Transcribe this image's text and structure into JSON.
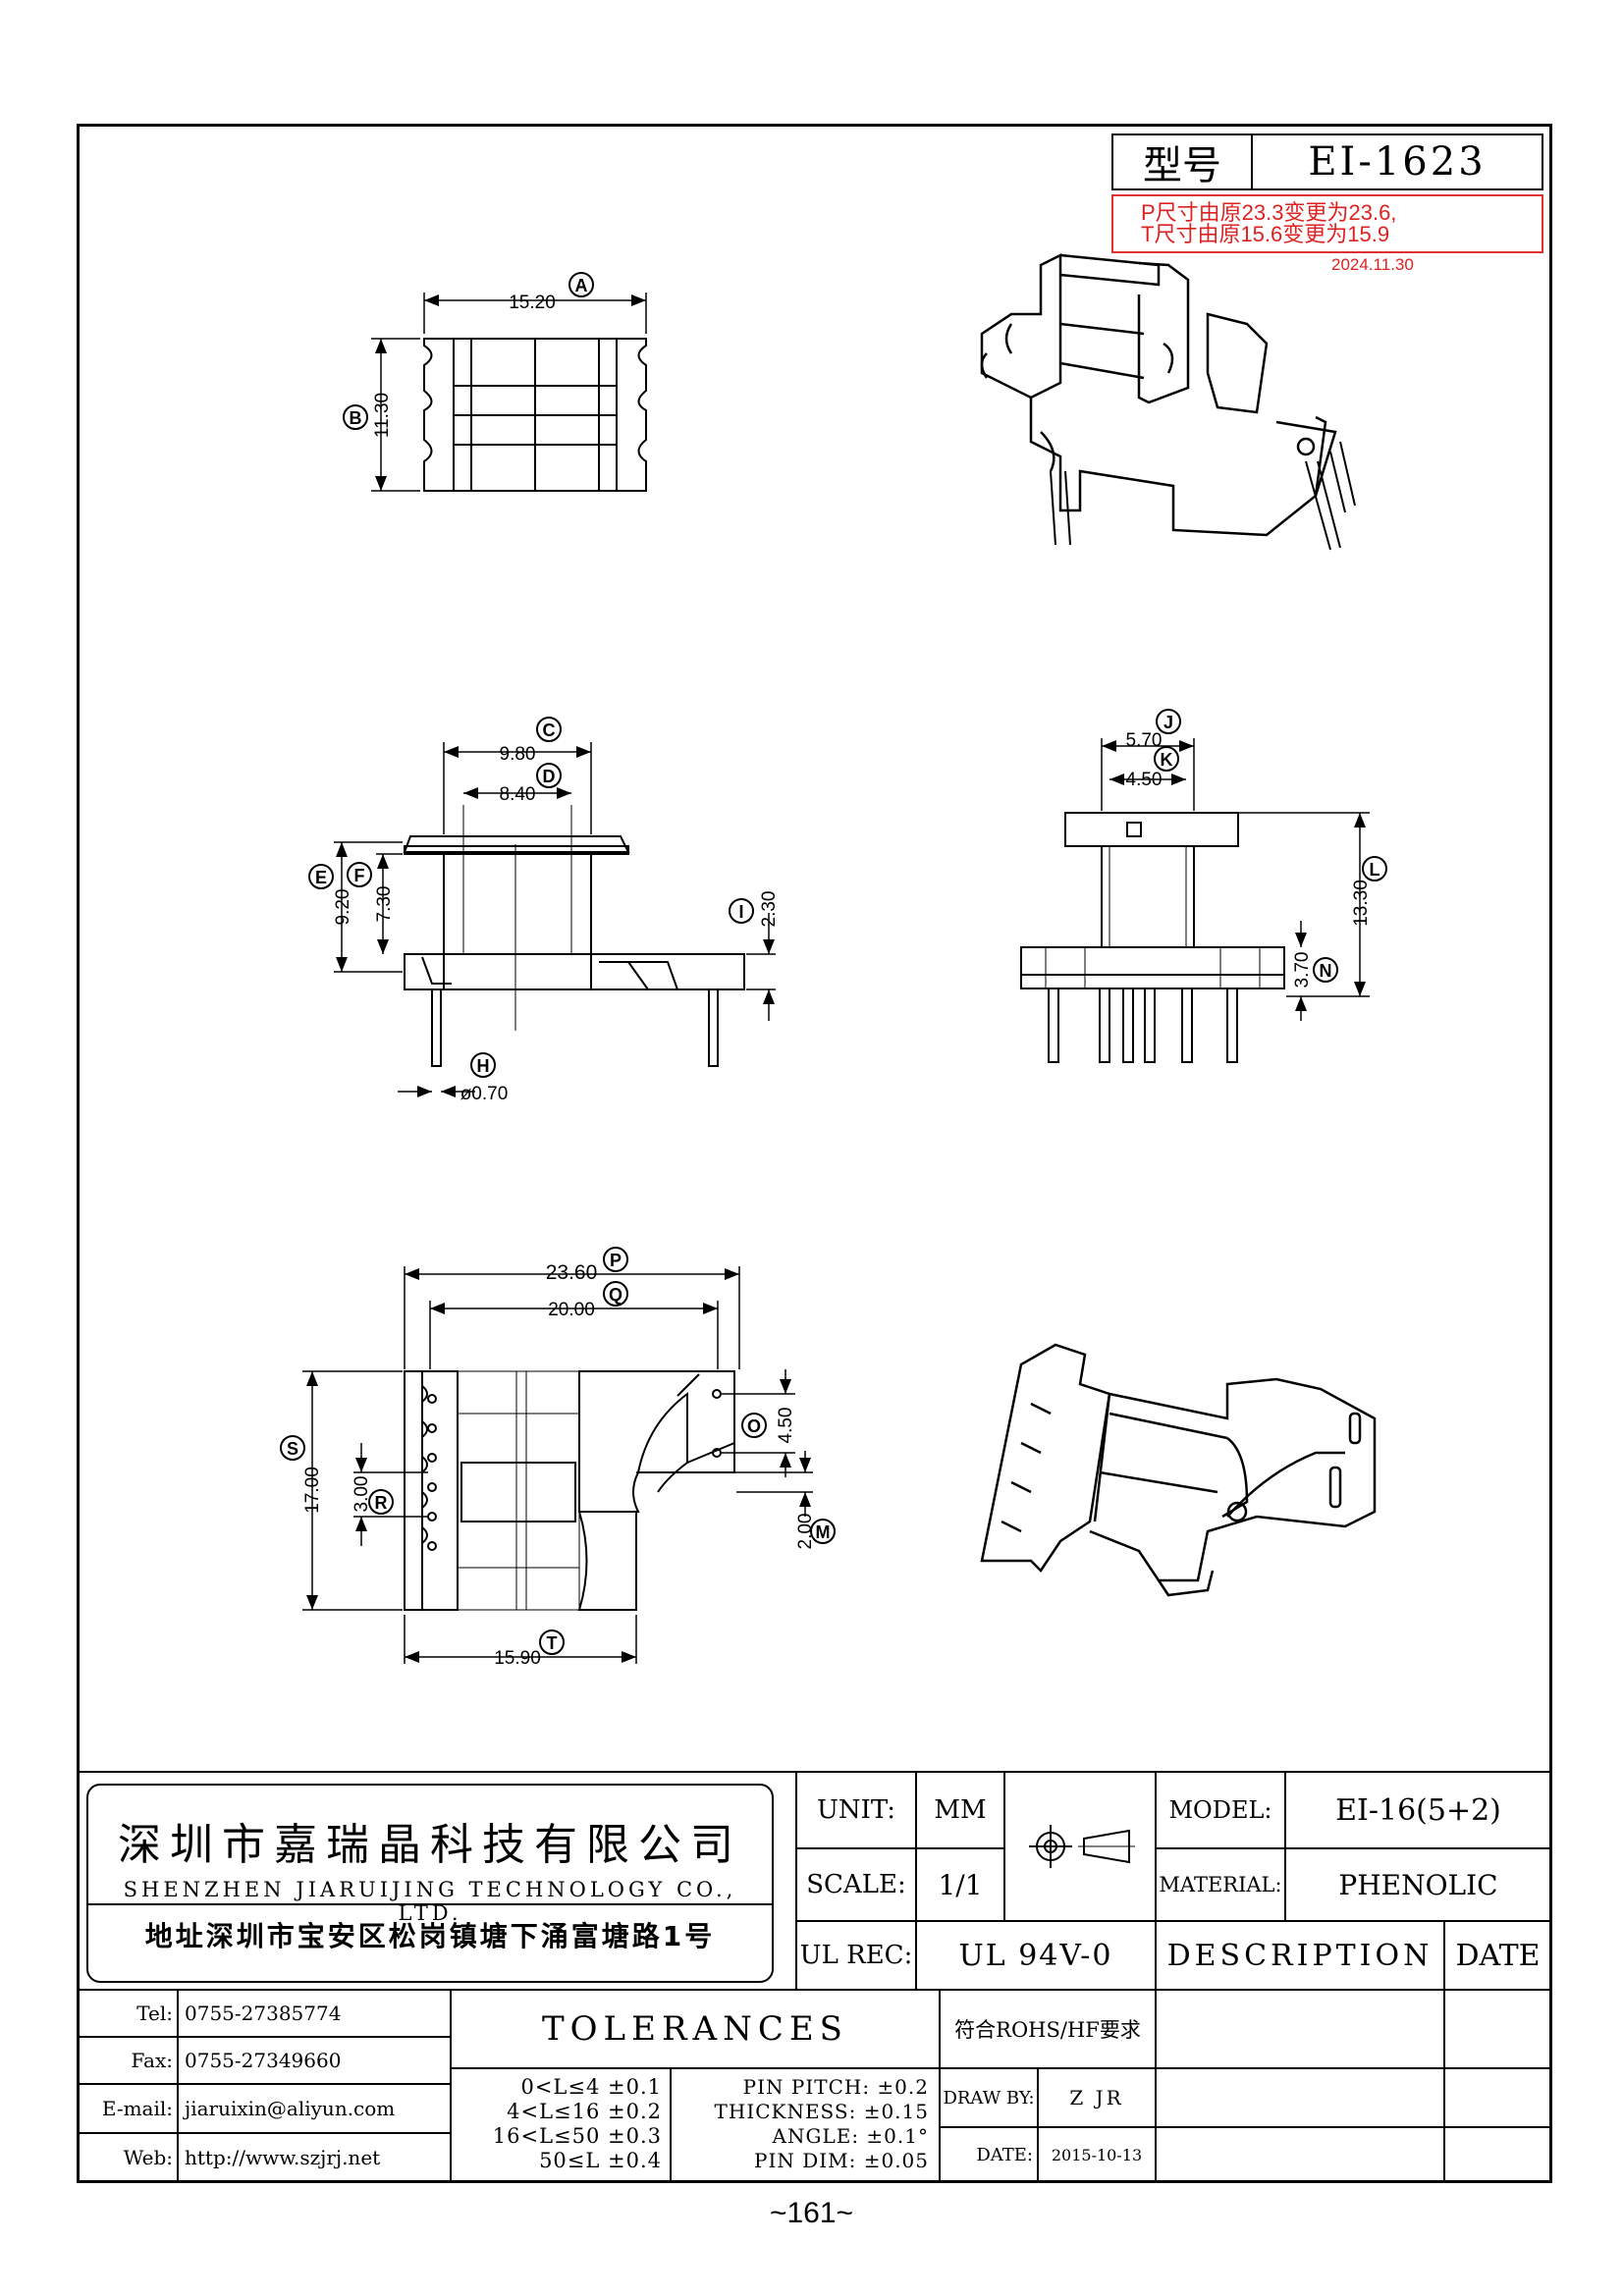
{
  "header": {
    "model_label": "型号",
    "model_value": "EI-1623",
    "revision_line1": "P尺寸由原23.3变更为23.6,",
    "revision_line2": "T尺寸由原15.6变更为15.9",
    "revision_date": "2024.11.30"
  },
  "dims": {
    "A": {
      "letter": "A",
      "value": "15.20"
    },
    "B": {
      "letter": "B",
      "value": "11.30"
    },
    "C": {
      "letter": "C",
      "value": "9.80"
    },
    "D": {
      "letter": "D",
      "value": "8.40"
    },
    "E": {
      "letter": "E",
      "value": "9.20"
    },
    "F": {
      "letter": "F",
      "value": "7.30"
    },
    "H": {
      "letter": "H",
      "value": "ø0.70"
    },
    "I": {
      "letter": "I",
      "value": "2.30"
    },
    "J": {
      "letter": "J",
      "value": "5.70"
    },
    "K": {
      "letter": "K",
      "value": "4.50"
    },
    "L": {
      "letter": "L",
      "value": "13.30"
    },
    "N": {
      "letter": "N",
      "value": "3.70"
    },
    "P": {
      "letter": "P",
      "value": "23.60"
    },
    "Q": {
      "letter": "Q",
      "value": "20.00"
    },
    "O": {
      "letter": "O",
      "value": "4.50"
    },
    "M": {
      "letter": "M",
      "value": "2.00"
    },
    "S": {
      "letter": "S",
      "value": "17.00"
    },
    "R": {
      "letter": "R",
      "value": "3.00"
    },
    "T": {
      "letter": "T",
      "value": "15.90"
    }
  },
  "company": {
    "name_cn": "深圳市嘉瑞晶科技有限公司",
    "name_en": "SHENZHEN JIARUIJING TECHNOLOGY CO., LTD.",
    "address": "地址深圳市宝安区松岗镇塘下涌富塘路1号"
  },
  "spec": {
    "unit_label": "UNIT:",
    "unit_value": "MM",
    "scale_label": "SCALE:",
    "scale_value": "1/1",
    "model_label": "MODEL:",
    "model_value": "EI-16(5+2)",
    "material_label": "MATERIAL:",
    "material_value": "PHENOLIC",
    "ul_label": "UL REC:",
    "ul_value": "UL 94V-0",
    "description_label": "DESCRIPTION",
    "date_label": "DATE"
  },
  "contact": {
    "tel_label": "Tel:",
    "tel_value": "0755-27385774",
    "fax_label": "Fax:",
    "fax_value": "0755-27349660",
    "email_label": "E-mail:",
    "email_value": "jiaruixin@aliyun.com",
    "web_label": "Web:",
    "web_value": "http://www.szjrj.net"
  },
  "tolerances": {
    "title": "TOLERANCES",
    "ranges": [
      "0<L≤4 ±0.1",
      "4<L≤16 ±0.2",
      "16<L≤50 ±0.3",
      "50≤L ±0.4"
    ],
    "other": [
      "PIN PITCH: ±0.2",
      "THICKNESS: ±0.15",
      "ANGLE: ±0.1°",
      "PIN DIM: ±0.05"
    ],
    "rohs": "符合ROHS/HF要求",
    "draw_by_label": "DRAW BY:",
    "draw_by_value": "Z JR",
    "date_label": "DATE:",
    "date_value": "2015-10-13"
  },
  "page_number": "~161~"
}
